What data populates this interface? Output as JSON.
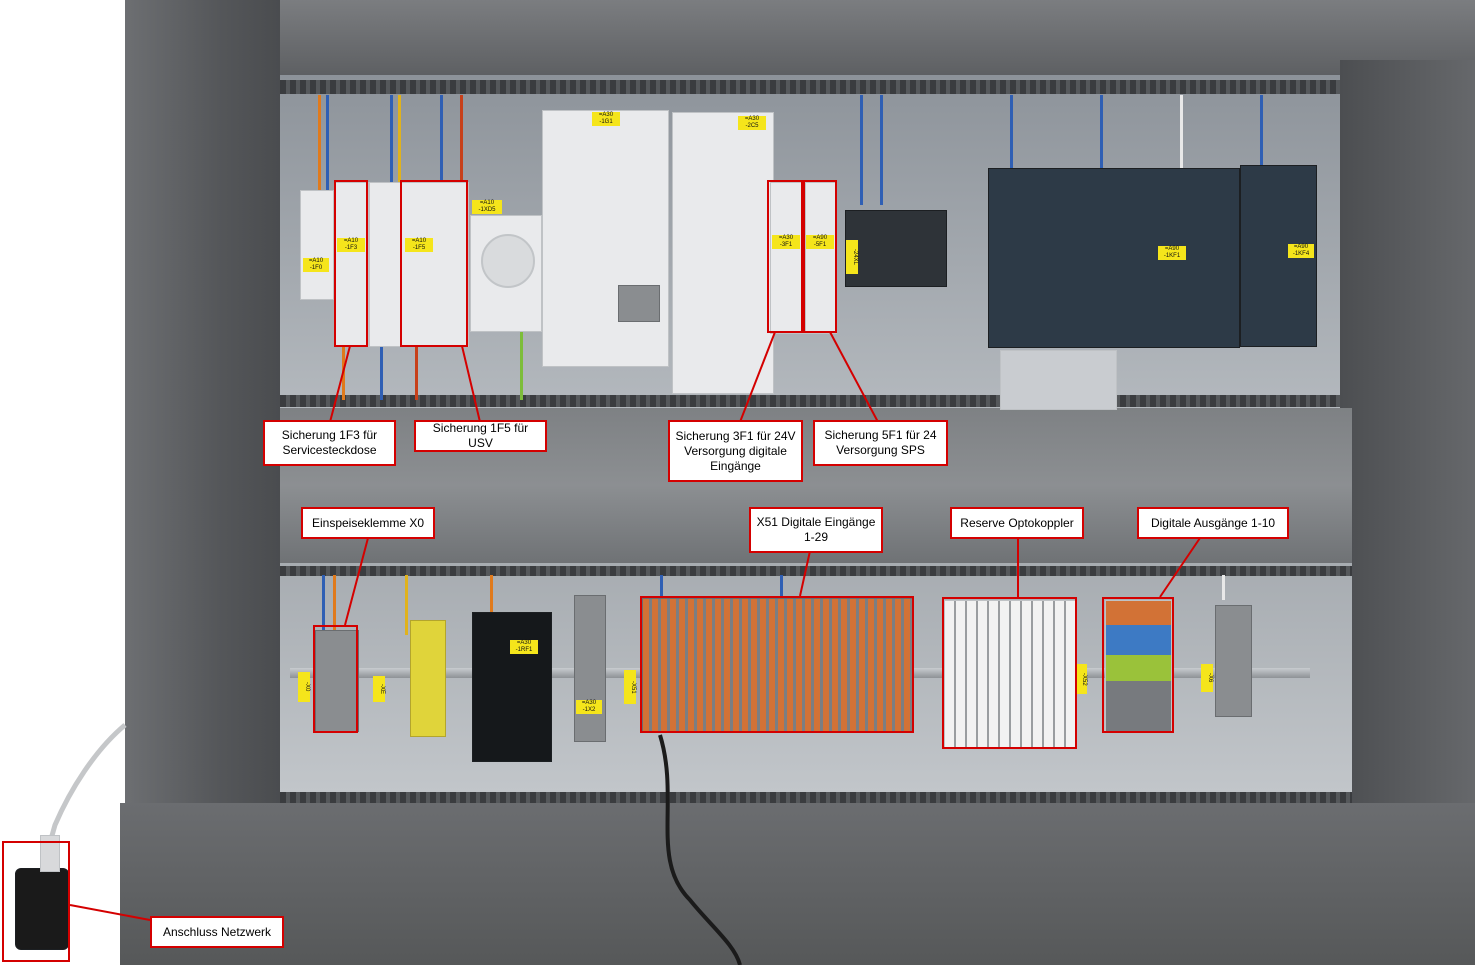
{
  "callouts": {
    "c1f3": "Sicherung 1F3 für Servicesteckdose",
    "c1f5": "Sicherung 1F5 für USV",
    "c3f1": "Sicherung 3F1 für 24V Versorgung digitale Eingänge",
    "c5f1": "Sicherung 5F1 für 24 Versorgung SPS",
    "cx0": "Einspeiseklemme X0",
    "cx51": "X51 Digitale Eingänge 1-29",
    "copto": "Reserve Optokoppler",
    "cout": "Digitale Ausgänge 1-10",
    "cnet": "Anschluss Netzwerk"
  },
  "device_labels": {
    "a10_1f0": "=A10 -1F0",
    "a10_1f3": "=A10 -1F3",
    "a10_1f5": "=A10 -1F5",
    "a10_1xd5": "=A10 -1XD5",
    "a30_1g1": "=A30 -1G1",
    "a30_2c5": "=A30 -2C5",
    "a30_3f1": "=A30 -3F1",
    "a90_5f1": "=A90 -5F1",
    "a90_1kf1": "=A90 -1KF1",
    "a90_1kf4": "=A90 -1KF4",
    "a30_1rf1": "=A30 -1RF1",
    "a30_1x2": "=A30 -1X2",
    "x0": "-X0",
    "xe": "-XE",
    "x51": "-X51",
    "x52": "-X52",
    "x6": "-X6",
    "x24": "-24XL"
  },
  "colors": {
    "callout_border": "#d40000",
    "tag_yellow": "#f5e51b"
  }
}
